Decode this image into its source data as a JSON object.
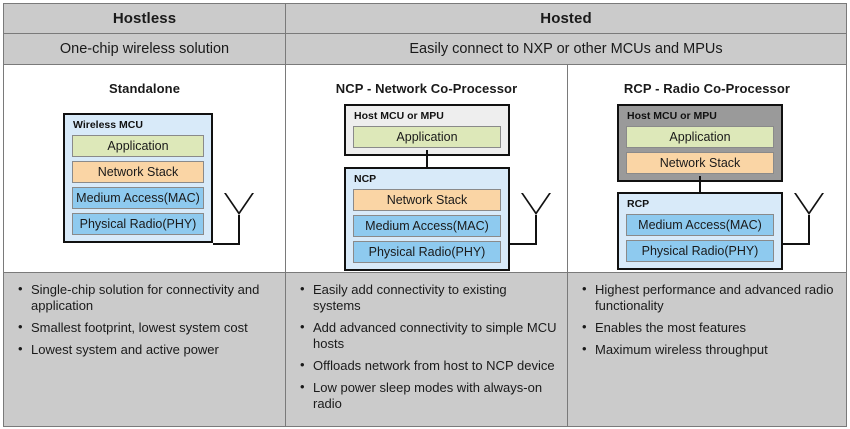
{
  "header": {
    "columns": [
      {
        "label": "Hostless"
      },
      {
        "label": "Hosted"
      }
    ]
  },
  "subheader": {
    "columns": [
      {
        "label": "One-chip wireless solution"
      },
      {
        "label": "Easily connect to NXP or other MCUs and MPUs"
      }
    ]
  },
  "diagrams": {
    "standalone": {
      "title": "Standalone",
      "chip": {
        "name": "Wireless MCU",
        "layers": [
          {
            "label": "Application",
            "color": "#dde8b9"
          },
          {
            "label": "Network Stack",
            "color": "#fad5a5"
          },
          {
            "label": "Medium Access(MAC)",
            "color": "#8ecaef"
          },
          {
            "label": "Physical Radio(PHY)",
            "color": "#8ecaef"
          }
        ]
      },
      "antenna": "antenna-icon"
    },
    "ncp": {
      "title": "NCP - Network Co-Processor",
      "host": {
        "name": "Host MCU or MPU",
        "layers": [
          {
            "label": "Application",
            "color": "#dde8b9"
          }
        ]
      },
      "coprocessor": {
        "name": "NCP",
        "layers": [
          {
            "label": "Network Stack",
            "color": "#fad5a5"
          },
          {
            "label": "Medium Access(MAC)",
            "color": "#8ecaef"
          },
          {
            "label": "Physical Radio(PHY)",
            "color": "#8ecaef"
          }
        ]
      },
      "antenna": "antenna-icon"
    },
    "rcp": {
      "title": "RCP - Radio Co-Processor",
      "host": {
        "name": "Host MCU or MPU",
        "layers": [
          {
            "label": "Application",
            "color": "#dde8b9"
          },
          {
            "label": "Network Stack",
            "color": "#fad5a5"
          }
        ]
      },
      "coprocessor": {
        "name": "RCP",
        "layers": [
          {
            "label": "Medium Access(MAC)",
            "color": "#8ecaef"
          },
          {
            "label": "Physical Radio(PHY)",
            "color": "#8ecaef"
          }
        ]
      },
      "antenna": "antenna-icon"
    }
  },
  "bullets": {
    "standalone": [
      "Single-chip solution for connectivity and application",
      "Smallest footprint, lowest system cost",
      "Lowest system and active power"
    ],
    "ncp": [
      "Easily add connectivity to existing systems",
      "Add advanced connectivity to simple MCU hosts",
      "Offloads network from host to NCP device",
      "Low power sleep modes with always-on radio"
    ],
    "rcp": [
      "Highest performance and advanced radio functionality",
      "Enables the most features",
      "Maximum wireless throughput"
    ]
  },
  "colors": {
    "header_bg": "#cbcbcb",
    "border": "#7a7a7a",
    "block_border": "#111111",
    "chip_bg": "#d8eaf9",
    "host_light_bg": "#eeeeee",
    "host_dark_bg": "#9a9a9a",
    "application": "#dde8b9",
    "network_stack": "#fad5a5",
    "radio": "#8ecaef"
  }
}
